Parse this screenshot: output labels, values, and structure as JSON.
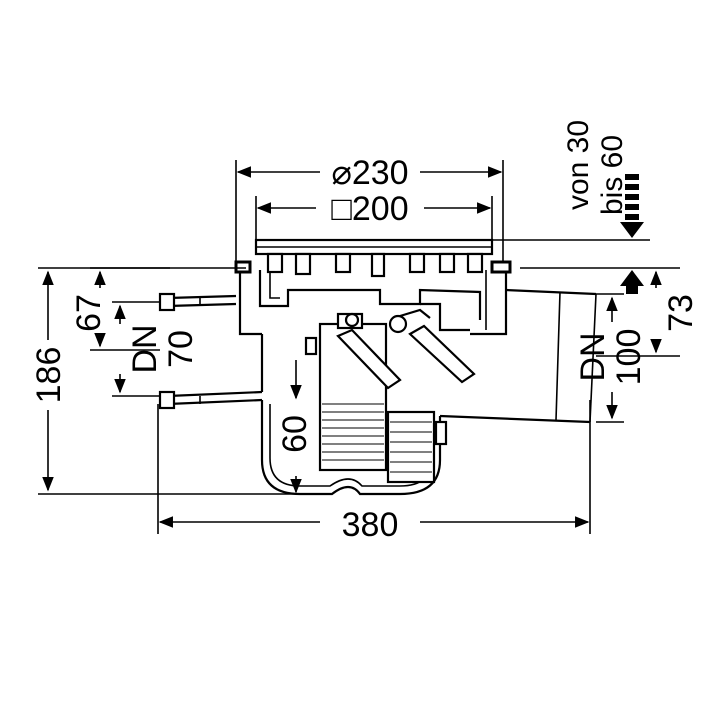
{
  "dimensions": {
    "diameter_230": "⌀230",
    "square_200": "□200",
    "overall_width_380": "380",
    "total_height_186": "186",
    "inlet_height_67": "67",
    "inlet_dn_label": "DN",
    "inlet_dn_value": "70",
    "outlet_dn_label": "DN",
    "outlet_dn_value": "100",
    "outlet_height_73": "73",
    "water_seal_60": "60",
    "adjust_line1": "von 30",
    "adjust_line2": "bis 60"
  },
  "colors": {
    "line": "#000000",
    "background": "#ffffff"
  }
}
